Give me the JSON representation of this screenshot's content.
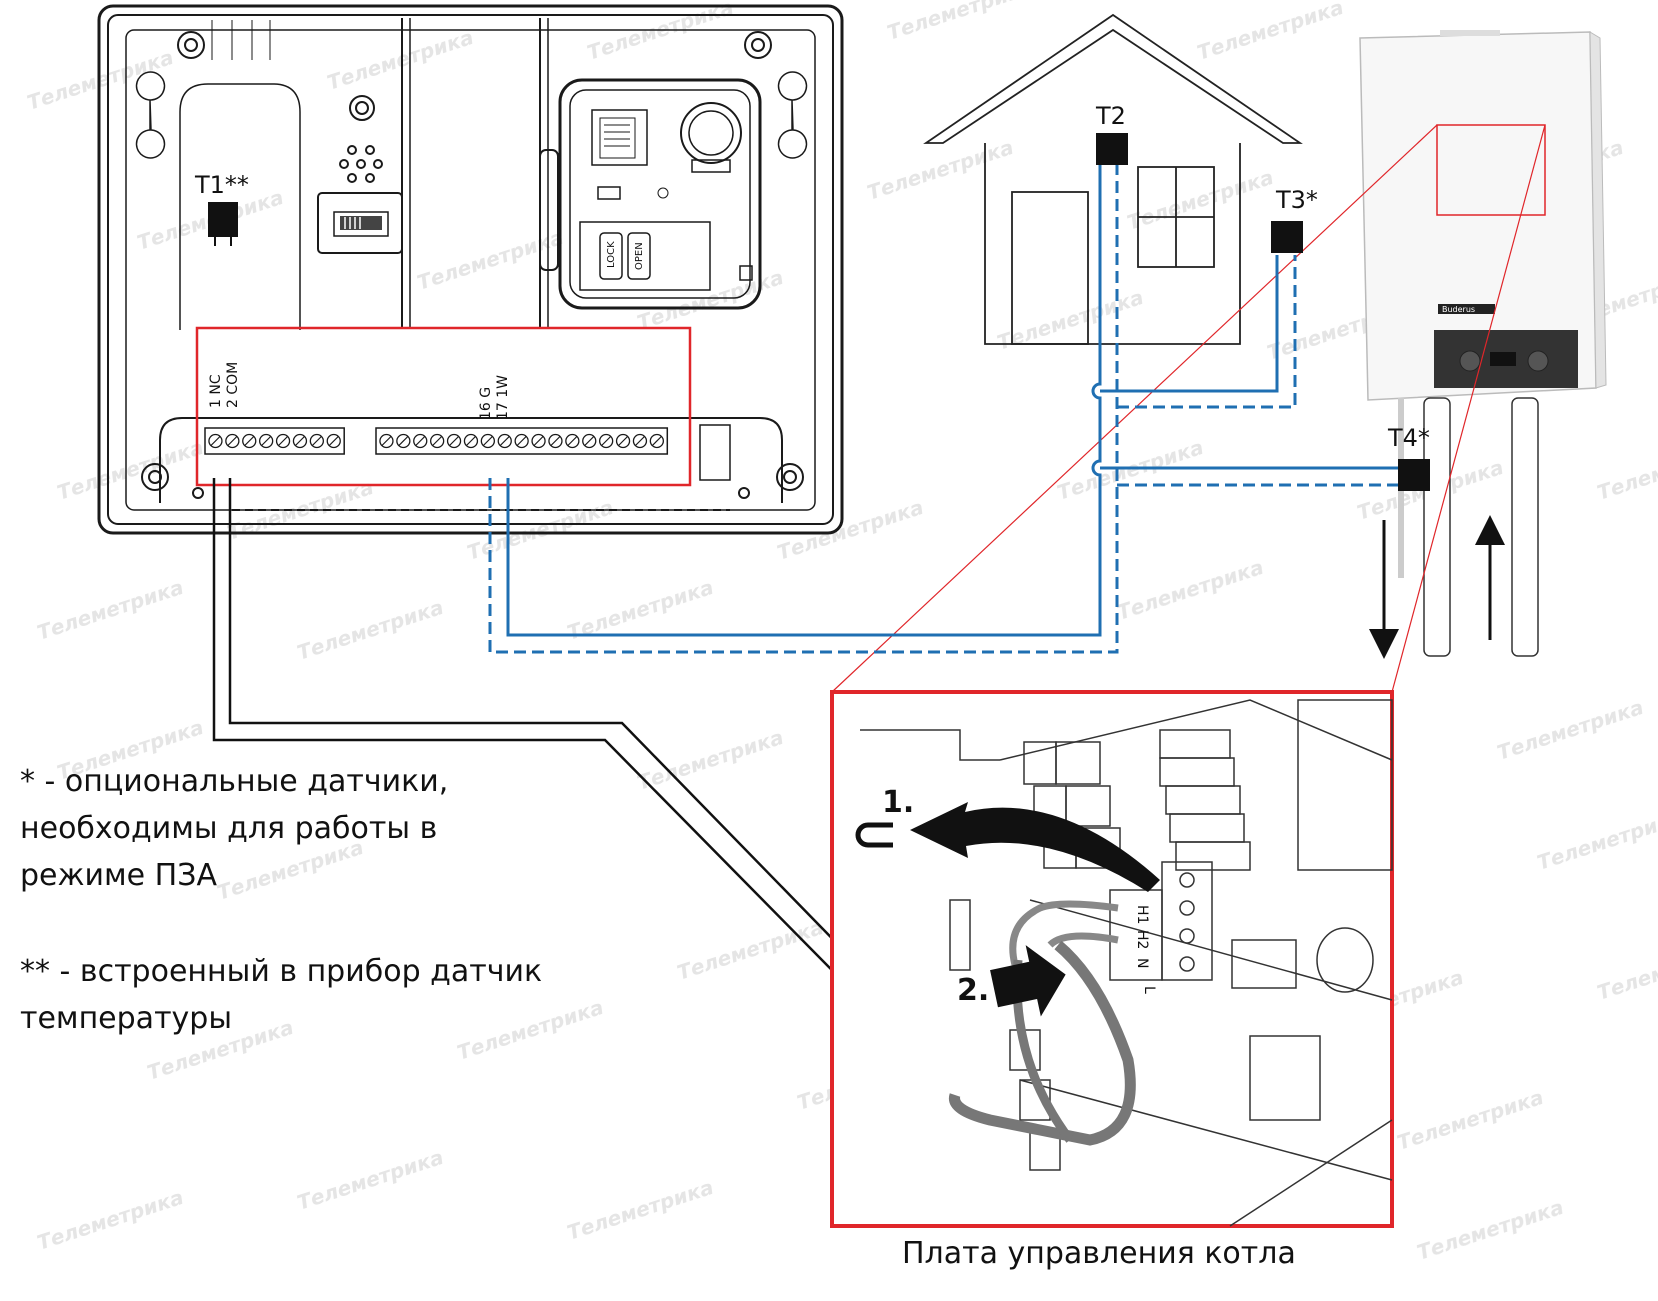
{
  "sensors": {
    "t1": "T1**",
    "t2": "T2",
    "t3": "T3*",
    "t4": "T4*"
  },
  "terminals": {
    "nc": "1 NC",
    "com": "2 COM",
    "g": "16 G",
    "w": "17 1W"
  },
  "board": {
    "lock": "LOCK",
    "open": "OPEN"
  },
  "boiler": {
    "brand": "Buderus"
  },
  "steps": {
    "step1": "1.",
    "step2": "2."
  },
  "boiler_board_labels": {
    "h1": "H1",
    "h2": "H2",
    "n": "N",
    "l": "L"
  },
  "notes": {
    "optional": "* - опциональные датчики,\nнеобходимы для работы в\nрежиме ПЗА",
    "builtin": "** - встроенный в прибор датчик\nтемпературы"
  },
  "caption": "Плата управления котла",
  "watermark": "Телеметрика",
  "colors": {
    "wire_blue": "#1f6fb2",
    "highlight_red": "#e0262a",
    "outline": "#1a1a1a",
    "watermark": "#cfcfcf"
  }
}
